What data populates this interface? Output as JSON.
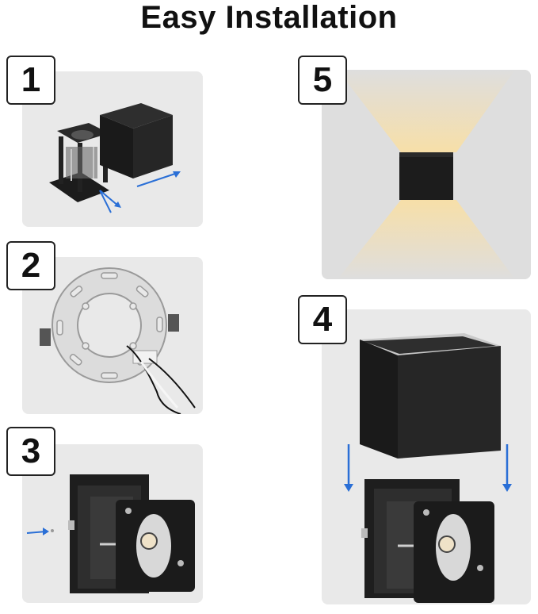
{
  "title": "Easy Installation",
  "steps": [
    {
      "number": "1"
    },
    {
      "number": "2"
    },
    {
      "number": "3"
    },
    {
      "number": "4"
    },
    {
      "number": "5"
    }
  ],
  "colors": {
    "panel": "#e9e9e9",
    "fixture": "#1e1e1e",
    "arrow": "#2a6fd6",
    "glow": "#f7dfa8"
  }
}
